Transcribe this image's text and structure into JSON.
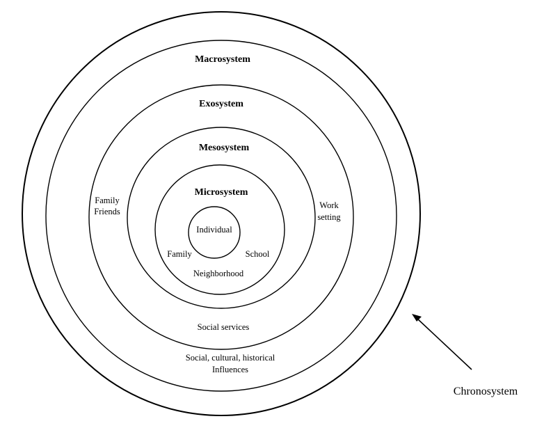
{
  "diagram": {
    "layers": {
      "macrosystem": "Macrosystem",
      "exosystem": "Exosystem",
      "mesosystem": "Mesosystem",
      "microsystem": "Microsystem",
      "individual": "Individual"
    },
    "labels": {
      "family_friends_line1": "Family",
      "family_friends_line2": "Friends",
      "work_setting_line1": "Work",
      "work_setting_line2": "setting",
      "family": "Family",
      "school": "School",
      "neighborhood": "Neighborhood",
      "social_services": "Social services",
      "influences_line1": "Social, cultural, historical",
      "influences_line2": "Influences"
    },
    "chronosystem": "Chronosystem",
    "colors": {
      "stroke": "#000000",
      "background": "#ffffff"
    }
  }
}
